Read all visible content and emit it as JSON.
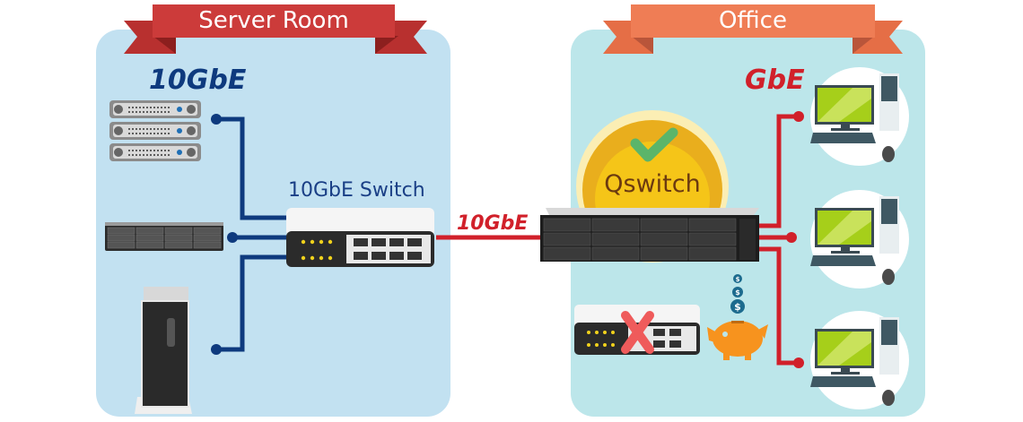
{
  "zones": {
    "server_room": {
      "title": "Server Room",
      "ribbon_color": "#cc3b3a",
      "panel_color": "#c2e1f1"
    },
    "office": {
      "title": "Office",
      "ribbon_color": "#ef7d55",
      "panel_color": "#bce6ea"
    }
  },
  "labels": {
    "server_speed": "10GbE",
    "office_speed": "GbE",
    "uplink_speed": "10GbE",
    "switch_caption": "10GbE Switch",
    "qswitch_badge": "Qswitch"
  },
  "colors": {
    "server_link": "#0e3a7e",
    "office_link": "#d1202a",
    "badge_gold": "#f5c518",
    "check_green": "#5bb56a",
    "piggy_orange": "#f7931e",
    "x_red": "#ef5b5b"
  },
  "devices": {
    "server_room": [
      "rack-servers",
      "rackmount-nas",
      "tower-server",
      "10gbe-switch"
    ],
    "office": [
      "qswitch-nas",
      "desktop-pc-1",
      "desktop-pc-2",
      "desktop-pc-3",
      "crossed-out-switch",
      "piggy-bank"
    ]
  }
}
